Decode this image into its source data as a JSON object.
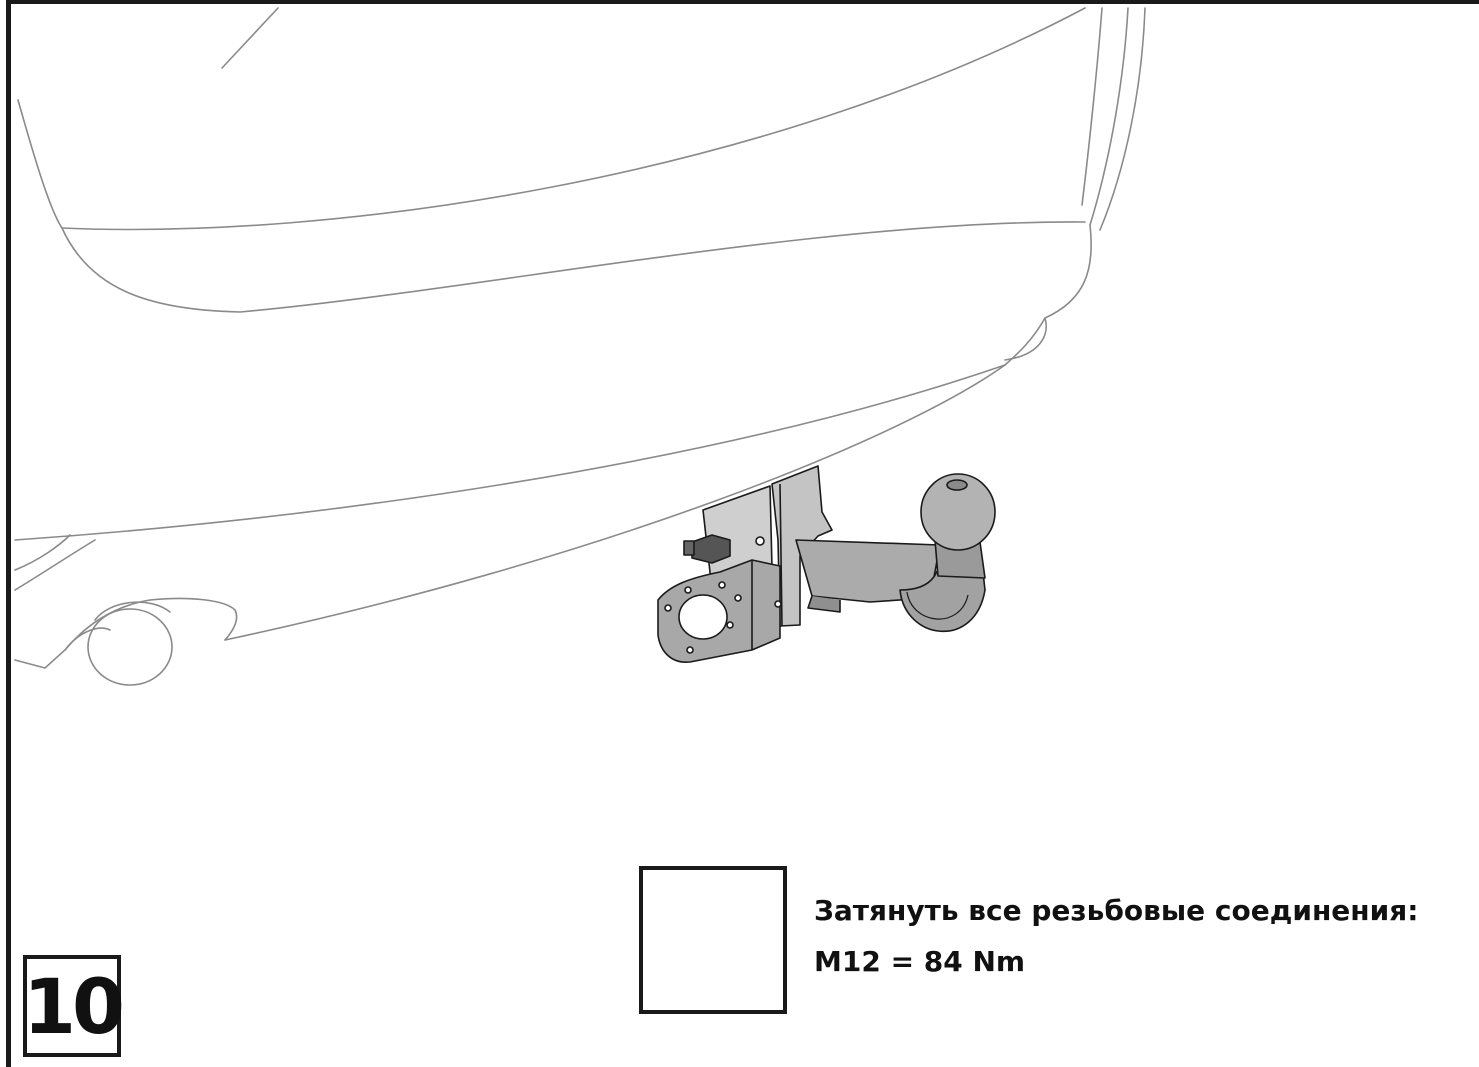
{
  "step": {
    "number": "10"
  },
  "instruction": {
    "line1": "Затянуть все резьбовые соединения:",
    "line2": "M12 = 84 Nm"
  },
  "icons": {
    "tool": "torque-wrench-icon"
  },
  "colors": {
    "outline": "#1a1a1a",
    "car_line": "#8a8a8a",
    "part_fill": "#a9a9a9",
    "part_dark": "#6e6e6e",
    "background": "#ffffff"
  }
}
